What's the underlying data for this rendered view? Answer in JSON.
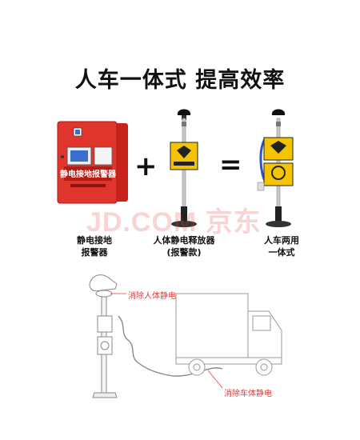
{
  "headline": "人车一体式 提高效率",
  "operators": {
    "plus": "+",
    "equals": "="
  },
  "products": [
    {
      "caption_lines": [
        "静电接地",
        "报警器"
      ]
    },
    {
      "caption_lines": [
        "人体静电释放器",
        "(报警款)"
      ]
    },
    {
      "caption_lines": [
        "人车两用",
        "一体式"
      ]
    }
  ],
  "box_label": "静电接地报警器",
  "watermark": "JD.COM 京东",
  "callouts": {
    "human": "消除人体静电",
    "vehicle": "消除车体静电"
  },
  "colors": {
    "accent": "#e03c3c",
    "box": "#d9302a",
    "sign": "#f5c400",
    "cable": "#2b55c8"
  }
}
